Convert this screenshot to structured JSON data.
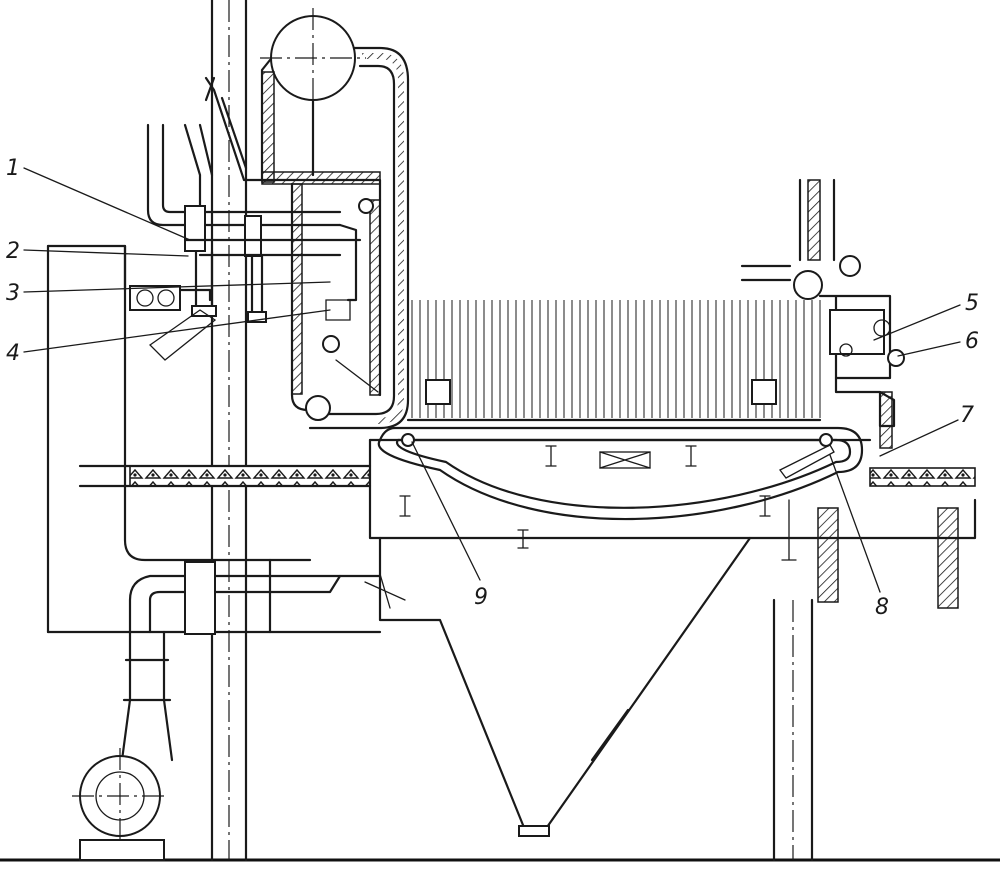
{
  "figure": {
    "callouts": [
      {
        "id": "callout-1",
        "text": "1"
      },
      {
        "id": "callout-2",
        "text": "2"
      },
      {
        "id": "callout-3",
        "text": "3"
      },
      {
        "id": "callout-4",
        "text": "4"
      },
      {
        "id": "callout-5",
        "text": "5"
      },
      {
        "id": "callout-6",
        "text": "6"
      },
      {
        "id": "callout-7",
        "text": "7"
      },
      {
        "id": "callout-8",
        "text": "8"
      },
      {
        "id": "callout-9",
        "text": "9"
      }
    ]
  }
}
